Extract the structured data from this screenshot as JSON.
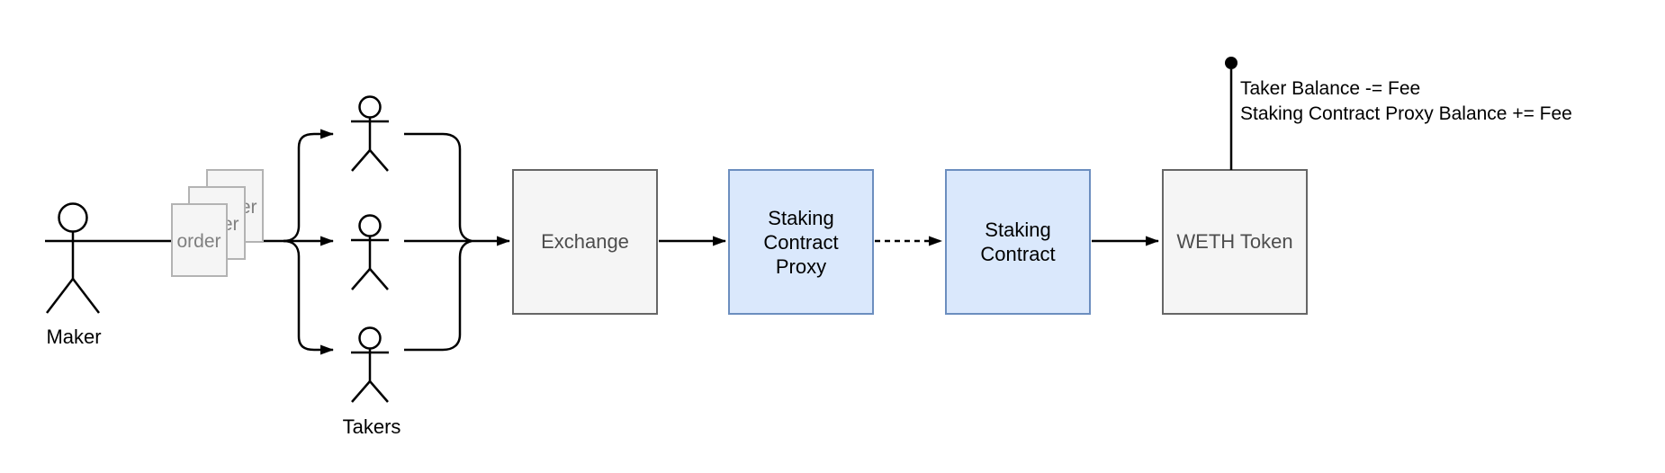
{
  "diagram": {
    "colors": {
      "background": "#ffffff",
      "line_color": "#000000",
      "gray_fill": "#f5f5f5",
      "gray_border": "#666666",
      "gray_text": "#4d4d4d",
      "blue_fill": "#dae8fc",
      "blue_border": "#6c8ebf",
      "blue_text": "#000000",
      "paper_fill": "#f5f5f5",
      "paper_border": "#b3b3b3",
      "paper_text": "#808080"
    },
    "actors": {
      "maker": {
        "label": "Maker"
      },
      "takers": {
        "label": "Takers",
        "count": 3
      }
    },
    "orders": {
      "label": "order",
      "count": 3
    },
    "nodes": {
      "exchange": {
        "label": "Exchange"
      },
      "staking_contract_proxy": {
        "lines": [
          "Staking",
          "Contract",
          "Proxy"
        ]
      },
      "staking_contract": {
        "lines": [
          "Staking",
          "Contract"
        ]
      },
      "weth_token": {
        "label": "WETH Token"
      }
    },
    "annotation": {
      "lines": [
        "Taker Balance -= Fee",
        "Staking Contract Proxy Balance += Fee"
      ]
    }
  }
}
